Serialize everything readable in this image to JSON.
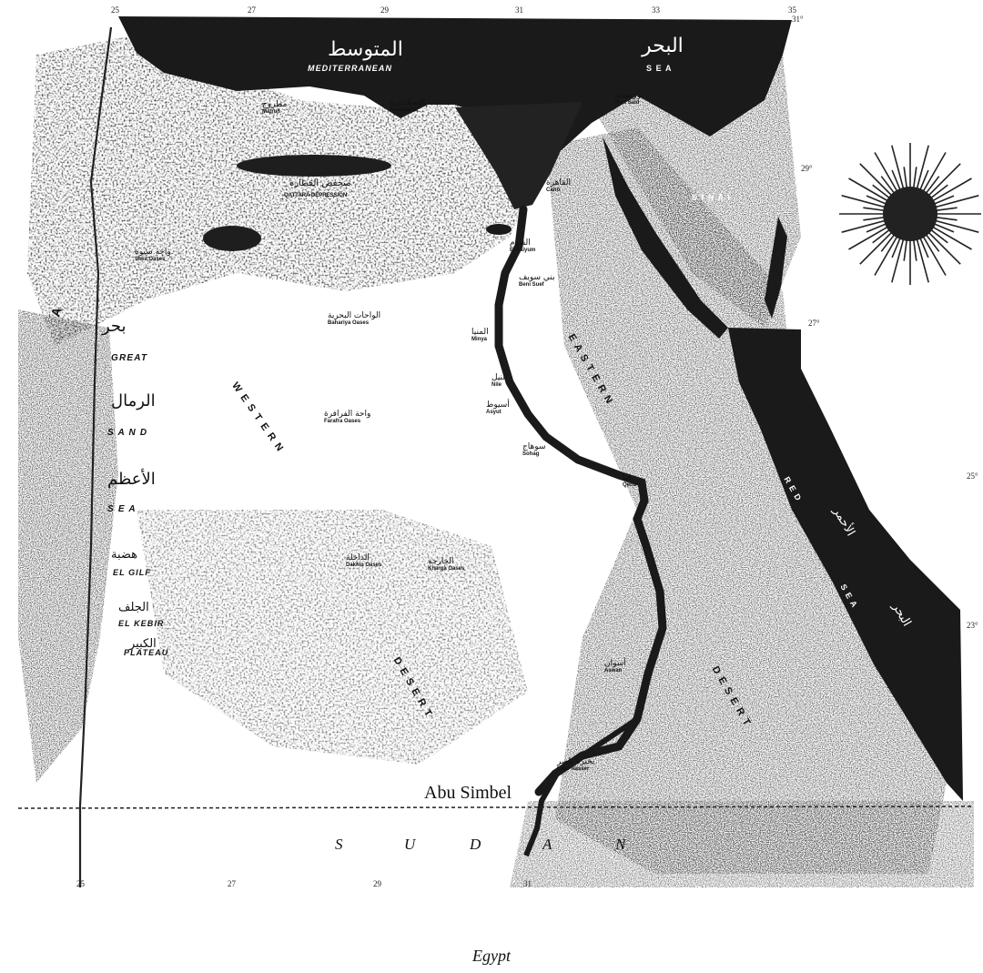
{
  "map": {
    "caption": "Egypt",
    "highlight_label": "Abu Simbel",
    "sea_labels": {
      "mediterranean_en": "MEDITERRANEAN",
      "sea_en": "S E A",
      "mediterranean_ar": "المتوسط",
      "bahr_ar": "البحر",
      "red_en": "R E D",
      "red_sea_en": "S E A",
      "red_ar": "الأحمر",
      "red_bahr_ar": "البحر"
    },
    "regions": {
      "great": "GREAT",
      "sand": "S A N D",
      "sea": "S E A",
      "great_ar": "بحر",
      "sand_ar": "الرمال",
      "sea_ar": "الأعظم",
      "gilf": "EL GILF",
      "kebir": "EL KEBIR",
      "plateau": "PLATEAU",
      "gilf_ar": "هضبة",
      "kebir_ar": "الجلف",
      "plateau_ar": "الكبير",
      "western": "W E S T E R N",
      "desert_w": "D E S E R T",
      "eastern": "E A S T E R N",
      "desert_e": "D E S E R T",
      "sinai": "S I N A I",
      "sudan": [
        "S",
        "U",
        "D",
        "A",
        "N"
      ],
      "libya_letter": "A",
      "qattara": "QATTARA DEPRESSION",
      "qattara_ar": "منخفض القطارة"
    },
    "places": [
      {
        "en": "Matruh",
        "ar": "مطروح"
      },
      {
        "en": "Alexandria",
        "ar": "الإسكندرية"
      },
      {
        "en": "Port Said",
        "ar": "بورسعيد"
      },
      {
        "en": "Cairo",
        "ar": "القاهرة"
      },
      {
        "en": "Siwa Oases",
        "ar": "واحة سيوة"
      },
      {
        "en": "Bahariya Oases",
        "ar": "الواحات البحرية"
      },
      {
        "en": "El Faiyum",
        "ar": "الفيوم"
      },
      {
        "en": "Beni Suef",
        "ar": "بني سويف"
      },
      {
        "en": "Minya",
        "ar": "المنيا"
      },
      {
        "en": "Farafra Oases",
        "ar": "واحة الفرافرة"
      },
      {
        "en": "Asyut",
        "ar": "أسيوط"
      },
      {
        "en": "Sohag",
        "ar": "سوهاج"
      },
      {
        "en": "Qena",
        "ar": "قنا"
      },
      {
        "en": "Dakhla Oases",
        "ar": "الداخلة"
      },
      {
        "en": "Kharga Oases",
        "ar": "الخارجة"
      },
      {
        "en": "Aswan",
        "ar": "أسوان"
      },
      {
        "en": "Lake Nasser",
        "ar": "بحيرة ناصر"
      },
      {
        "en": "Nile",
        "ar": "النيل"
      }
    ],
    "ticks_top": [
      "25",
      "27",
      "29",
      "31",
      "33",
      "35"
    ],
    "ticks_bottom": [
      "25",
      "27",
      "29",
      "31"
    ],
    "ticks_right": [
      "31°",
      "29°",
      "27°",
      "25°",
      "23°"
    ],
    "colors": {
      "sea": "#1a1a1a",
      "land_dark": "#3a3a3a",
      "land_mid": "#8a8a8a",
      "paper": "#ffffff"
    }
  }
}
